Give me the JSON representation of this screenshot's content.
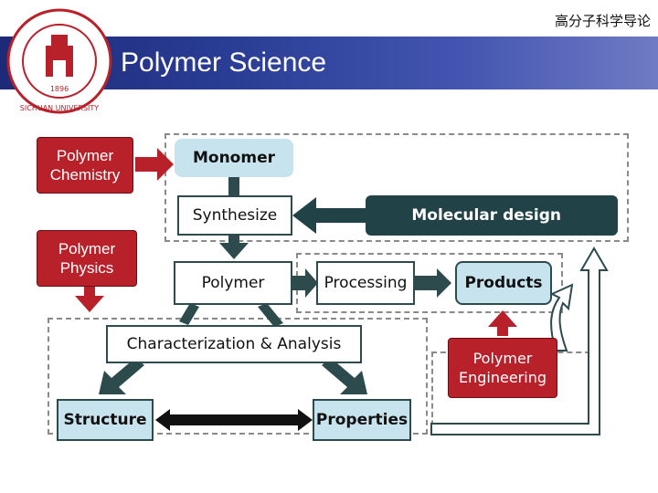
{
  "header": {
    "course_title": "高分子科学导论",
    "slide_title": "Polymer Science",
    "logo_text": "SICHUAN UNIVERSITY",
    "logo_year": "1896"
  },
  "diagram": {
    "polymer_chemistry": "Polymer\nChemistry",
    "polymer_physics": "Polymer\nPhysics",
    "monomer": "Monomer",
    "synthesize": "Synthesize",
    "molecular_design": "Molecular design",
    "polymer": "Polymer",
    "processing": "Processing",
    "products": "Products",
    "characterization": "Characterization & Analysis",
    "polymer_engineering": "Polymer\nEngineering",
    "structure": "Structure",
    "properties": "Properties"
  },
  "colors": {
    "banner": "#2a3d95",
    "red": "#b8202a",
    "light_blue": "#c6e3ee",
    "dark_teal": "#214347"
  }
}
